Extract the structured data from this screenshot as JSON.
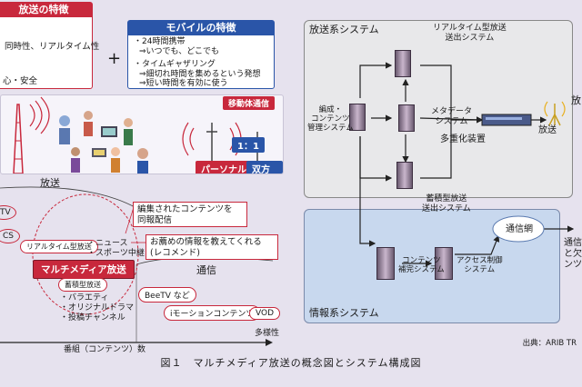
{
  "broadcast_features": {
    "title": "放送の特徴",
    "items": [
      "同時性、リアルタイム性",
      "",
      "",
      "心・安全"
    ]
  },
  "plus_sign": "+",
  "mobile_features": {
    "title": "モバイルの特徴",
    "items": [
      "・24時間携帯",
      "⇒いつでも、どこでも",
      "・タイムギャザリング",
      "⇒細切れ時間を集めるという発想",
      "⇒短い時間を有効に使う"
    ]
  },
  "illustration": {
    "mobile_comm_tag": "移動体通信",
    "one_to_one": "1：1",
    "personal": "パーソナル",
    "bidirectional": "双方向"
  },
  "concept": {
    "broadcast_label": "放送",
    "tv_label": "TV",
    "cs_label": "CS",
    "realtime_label": "リアルタイム型放送",
    "news_label": "・ニュース",
    "sports_label": "・スポーツ中継",
    "multimedia_label": "マルチメディア放送",
    "stored_label": "蓄積型放送",
    "variety_label": "・バラエティ",
    "drama_label": "・オリジナルドラマ",
    "channel_label": "・投稿チャンネル",
    "note1": "編集されたコンテンツを\n同報配信",
    "note2": "お薦めの情報を教えてくれる\n(レコメンド)",
    "communication_label": "通信",
    "beetv_label": "BeeTV など",
    "imotion_label": "iモーションコンテンツ",
    "vod_label": "VOD",
    "x_axis_label": "番組（コンテンツ）数",
    "diversity_label": "多様性"
  },
  "system": {
    "broadcast_system_title": "放送系システム",
    "realtime_system": "リアルタイム型放送\n送出システム",
    "editorial_system": "編成・\nコンテンツ\n管理システム",
    "metadata_system": "メタデータ\nシステム",
    "multiplexer": "多重化装置",
    "stored_system": "蓄積型放送\n送出システム",
    "broadcast_right": "放送",
    "comm_network": "通信網",
    "content_management": "コンテンツ\n補完システム",
    "access_control": "アクセス制御\nシステム",
    "info_system_title": "情報系システム",
    "right_cut_top": "放",
    "right_cut_bottom": "通信\nと欠\nンツ"
  },
  "source_text": "出典：ARIB TR",
  "caption": "図１　マルチメディア放送の概念図とシステム構成図",
  "colors": {
    "background": "#e6e2ee",
    "broadcast_red": "#c8283c",
    "mobile_blue": "#2a55a8",
    "system_gray": "#e8e8ea",
    "info_blue": "#c8d8ee"
  }
}
